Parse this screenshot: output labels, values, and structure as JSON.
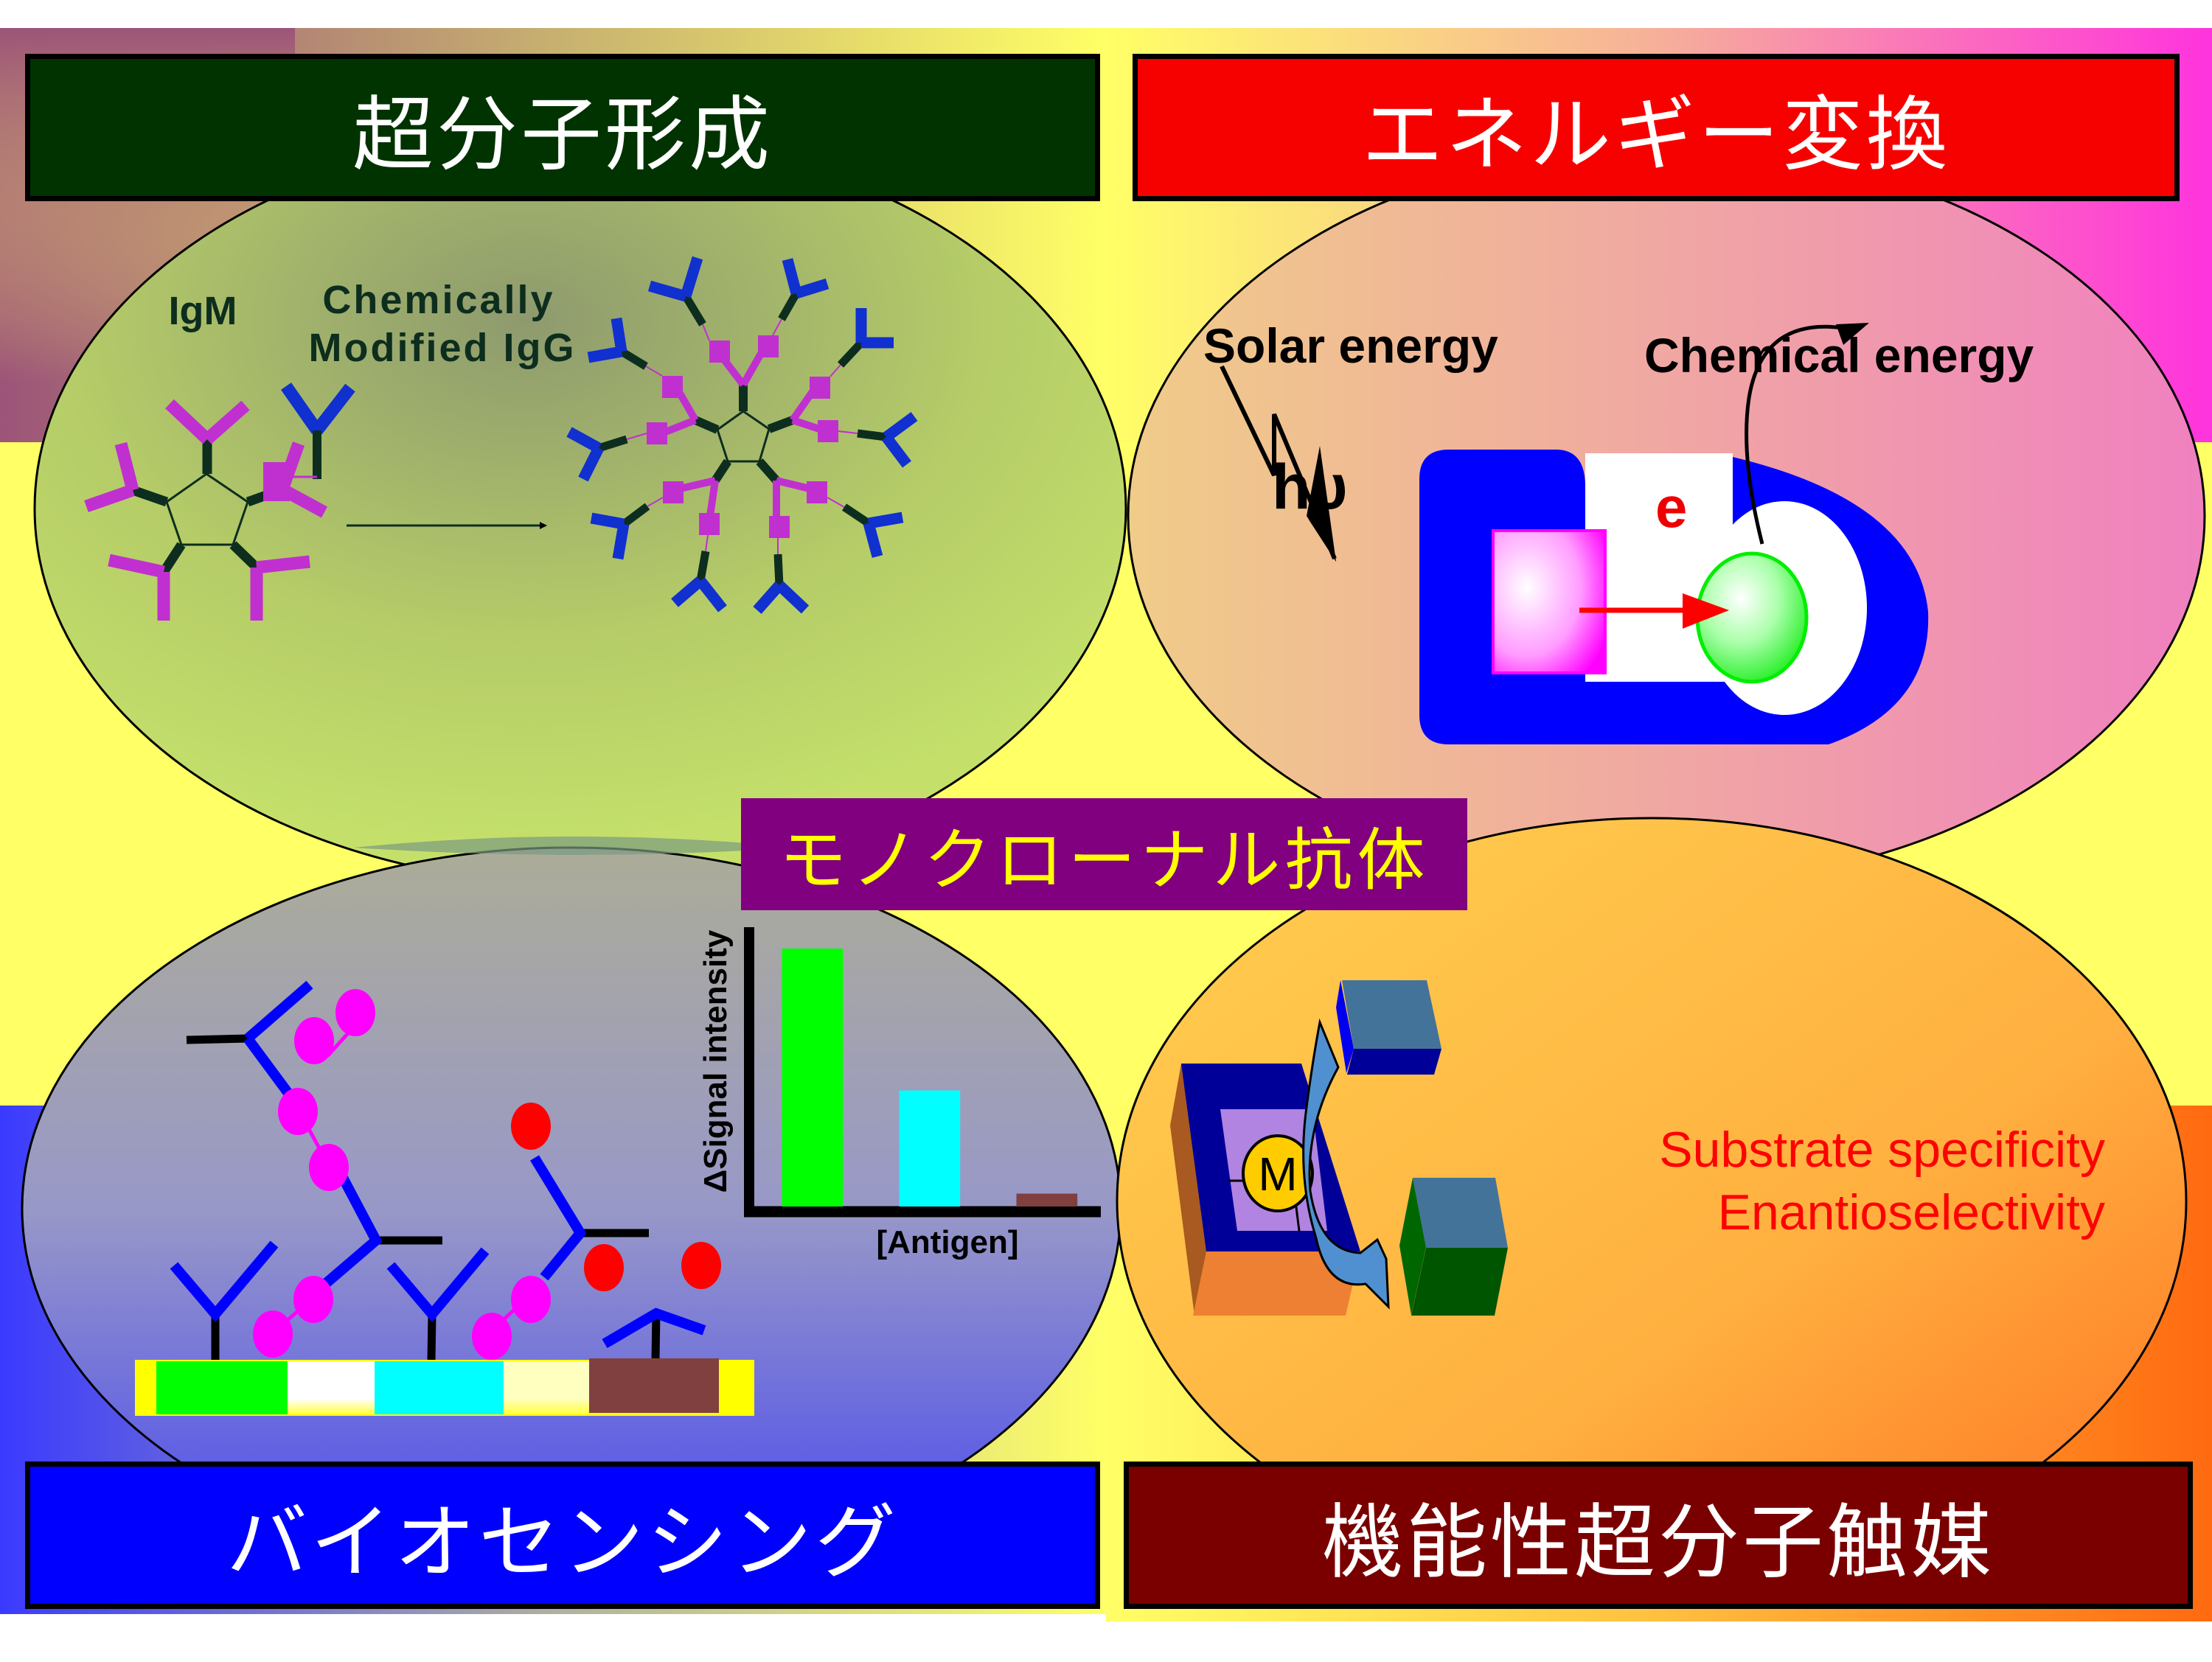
{
  "title": "モノクローナル抗体",
  "colors": {
    "banner_top_left": "#003300",
    "banner_top_right": "#f70000",
    "banner_bottom_left": "#0000ff",
    "banner_bottom_right": "#7a0000",
    "banner_center": "#800080",
    "center_text": "#ffff00",
    "igm_arms": "#c030d0",
    "igg_arms": "#1030d0",
    "dark_stem": "#0d2e1e"
  },
  "panels": {
    "supramolecular_formation": {
      "heading": "超分子形成",
      "label_igm": "IgM",
      "label_modified_igg_line1": "Chemically",
      "label_modified_igg_line2": "Modified IgG"
    },
    "energy_conversion": {
      "heading": "エネルギー変換",
      "label_solar": "Solar energy",
      "label_chemical": "Chemical energy",
      "label_hv": "hυ",
      "label_electron": "e"
    },
    "biosensing": {
      "heading": "バイオセンシング",
      "chart_ylabel": "ΔSignal intensity",
      "chart_xlabel": "[Antigen]"
    },
    "catalysis": {
      "heading": "機能性超分子触媒",
      "metal_label": "M",
      "label_specificity": "Substrate specificity",
      "label_enantio": "Enantioselectivity"
    }
  },
  "chart_data": {
    "type": "bar",
    "title": "",
    "xlabel": "[Antigen]",
    "ylabel": "ΔSignal intensity",
    "categories": [
      "green",
      "cyan",
      "brown"
    ],
    "values": [
      100,
      45,
      5
    ],
    "colors": [
      "#00ff00",
      "#00ffff",
      "#804040"
    ],
    "ylim": [
      0,
      110
    ],
    "grid": false
  }
}
